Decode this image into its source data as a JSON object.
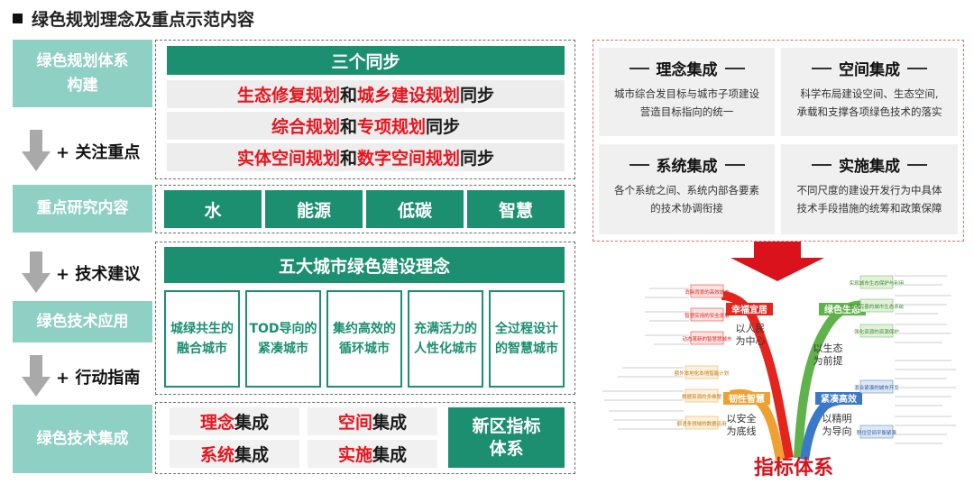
{
  "page_title": "绿色规划理念及重点示范内容",
  "left_labels": {
    "system": [
      "绿色规划体系",
      "构建"
    ],
    "research": "重点研究内容",
    "application": "绿色技术应用",
    "integration": "绿色技术集成"
  },
  "arrows": [
    "+ 关注重点",
    "+ 技术建议",
    "+ 行动指南"
  ],
  "sync": {
    "header": "三个同步",
    "rows": [
      [
        {
          "t": "生态修复规划",
          "red": true
        },
        {
          "t": "和",
          "red": false
        },
        {
          "t": "城乡建设规划",
          "red": true
        },
        {
          "t": "同步",
          "red": false
        }
      ],
      [
        {
          "t": "综合规划",
          "red": true
        },
        {
          "t": "和",
          "red": false
        },
        {
          "t": "专项规划",
          "red": true
        },
        {
          "t": "同步",
          "red": false
        }
      ],
      [
        {
          "t": "实体空间规划",
          "red": true
        },
        {
          "t": "和",
          "red": false
        },
        {
          "t": "数字空间规划",
          "red": true
        },
        {
          "t": "同步",
          "red": false
        }
      ]
    ]
  },
  "research_items": [
    "水",
    "能源",
    "低碳",
    "智慧"
  ],
  "concepts": {
    "header": "五大城市绿色建设理念",
    "items": [
      [
        "城绿共生的",
        "融合城市"
      ],
      [
        "TOD导向的",
        "紧凑城市"
      ],
      [
        "集约高效的",
        "循环城市"
      ],
      [
        "充满活力的",
        "人性化城市"
      ],
      [
        "全过程设计",
        "的智慧城市"
      ]
    ]
  },
  "integration": {
    "items": [
      {
        "red": "理念",
        "rest": "集成"
      },
      {
        "red": "空间",
        "rest": "集成"
      },
      {
        "red": "系统",
        "rest": "集成"
      },
      {
        "red": "实施",
        "rest": "集成"
      }
    ],
    "index_box": [
      "新区指标",
      "体系"
    ]
  },
  "cards": [
    {
      "title": "理念集成",
      "desc": [
        "城市综合发目标与城市子项建设",
        "营造目标指向的统一"
      ]
    },
    {
      "title": "空间集成",
      "desc": [
        "科学布局建设空间、生态空间,",
        "承载和支撑各项绿色技术的落实"
      ]
    },
    {
      "title": "系统集成",
      "desc": [
        "各个系统之间、系统内部各要素",
        "的技术协调衔接"
      ]
    },
    {
      "title": "实施集成",
      "desc": [
        "不同尺度的建设开发行为中具体",
        "技术手段措施的统筹和政策保障"
      ]
    }
  ],
  "mindmap": {
    "title": "指标体系",
    "branches": [
      {
        "label": "幸福宜居",
        "sub": [
          "以人民",
          "为中心"
        ],
        "color": "#e3251e"
      },
      {
        "label": "绿色生态",
        "sub": [
          "以生态",
          "为前提"
        ],
        "color": "#5fb34a"
      },
      {
        "label": "韧性智慧",
        "sub": [
          "以安全",
          "为底线"
        ],
        "color": "#f0a030"
      },
      {
        "label": "紧凑高效",
        "sub": [
          "以精明",
          "为导向"
        ],
        "color": "#3a78c8"
      }
    ],
    "boxes_left_top": [
      "消除背景的高效城市",
      "智慧实用的安全发展",
      "动态革新的智慧慧城市"
    ],
    "boxes_left_bottom": [
      "额外本地化本地智能计划",
      "数据资源的多维整",
      "额语多领域的数据运用"
    ],
    "boxes_right_top": [
      "实现城市生态保护与利用",
      "构建完善的城市生态系统",
      "强化资源的资源保护"
    ],
    "boxes_right_bottom": [
      "混合紧凑的城市开发",
      "职住空间平衡紧凑"
    ]
  }
}
